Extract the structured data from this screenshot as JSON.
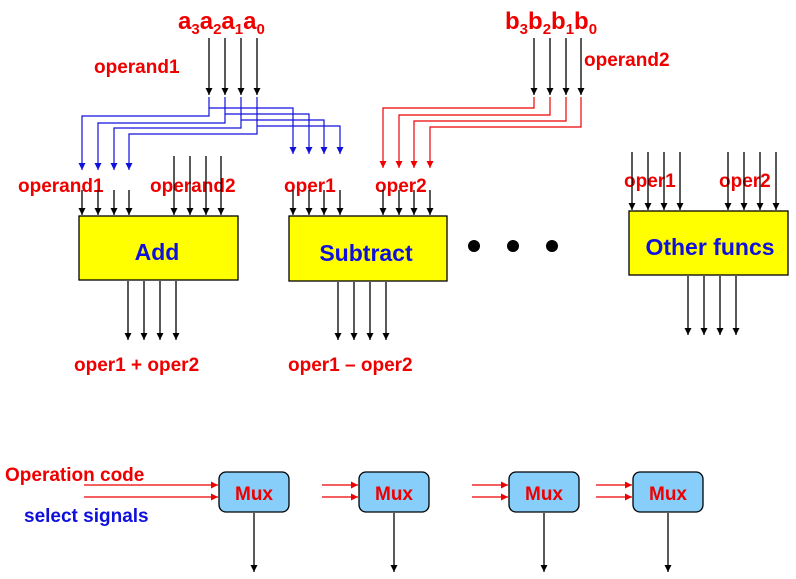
{
  "inputs": {
    "a": {
      "base": [
        "a",
        "a",
        "a",
        "a"
      ],
      "sub": [
        "3",
        "2",
        "1",
        "0"
      ]
    },
    "b": {
      "base": [
        "b",
        "b",
        "b",
        "b"
      ],
      "sub": [
        "3",
        "2",
        "1",
        "0"
      ]
    }
  },
  "labels": {
    "operand1_top": "operand1",
    "operand2_top": "operand2",
    "add_in1": "operand1",
    "add_in2": "operand2",
    "sub_in1": "oper1",
    "sub_in2": "oper2",
    "other_in1": "oper1",
    "other_in2": "oper2",
    "add_out": "oper1 + oper2",
    "sub_out": "oper1 – oper2",
    "opcode_line1": "Operation code",
    "opcode_line2": "select signals"
  },
  "blocks": {
    "add": "Add",
    "subtract": "Subtract",
    "other": "Other funcs"
  },
  "muxes": [
    "Mux",
    "Mux",
    "Mux",
    "Mux"
  ],
  "colors": {
    "label_red": "#ee0000",
    "label_blue": "#1010dd",
    "function_box": "#ffff00",
    "mux_box": "#87cefa"
  }
}
